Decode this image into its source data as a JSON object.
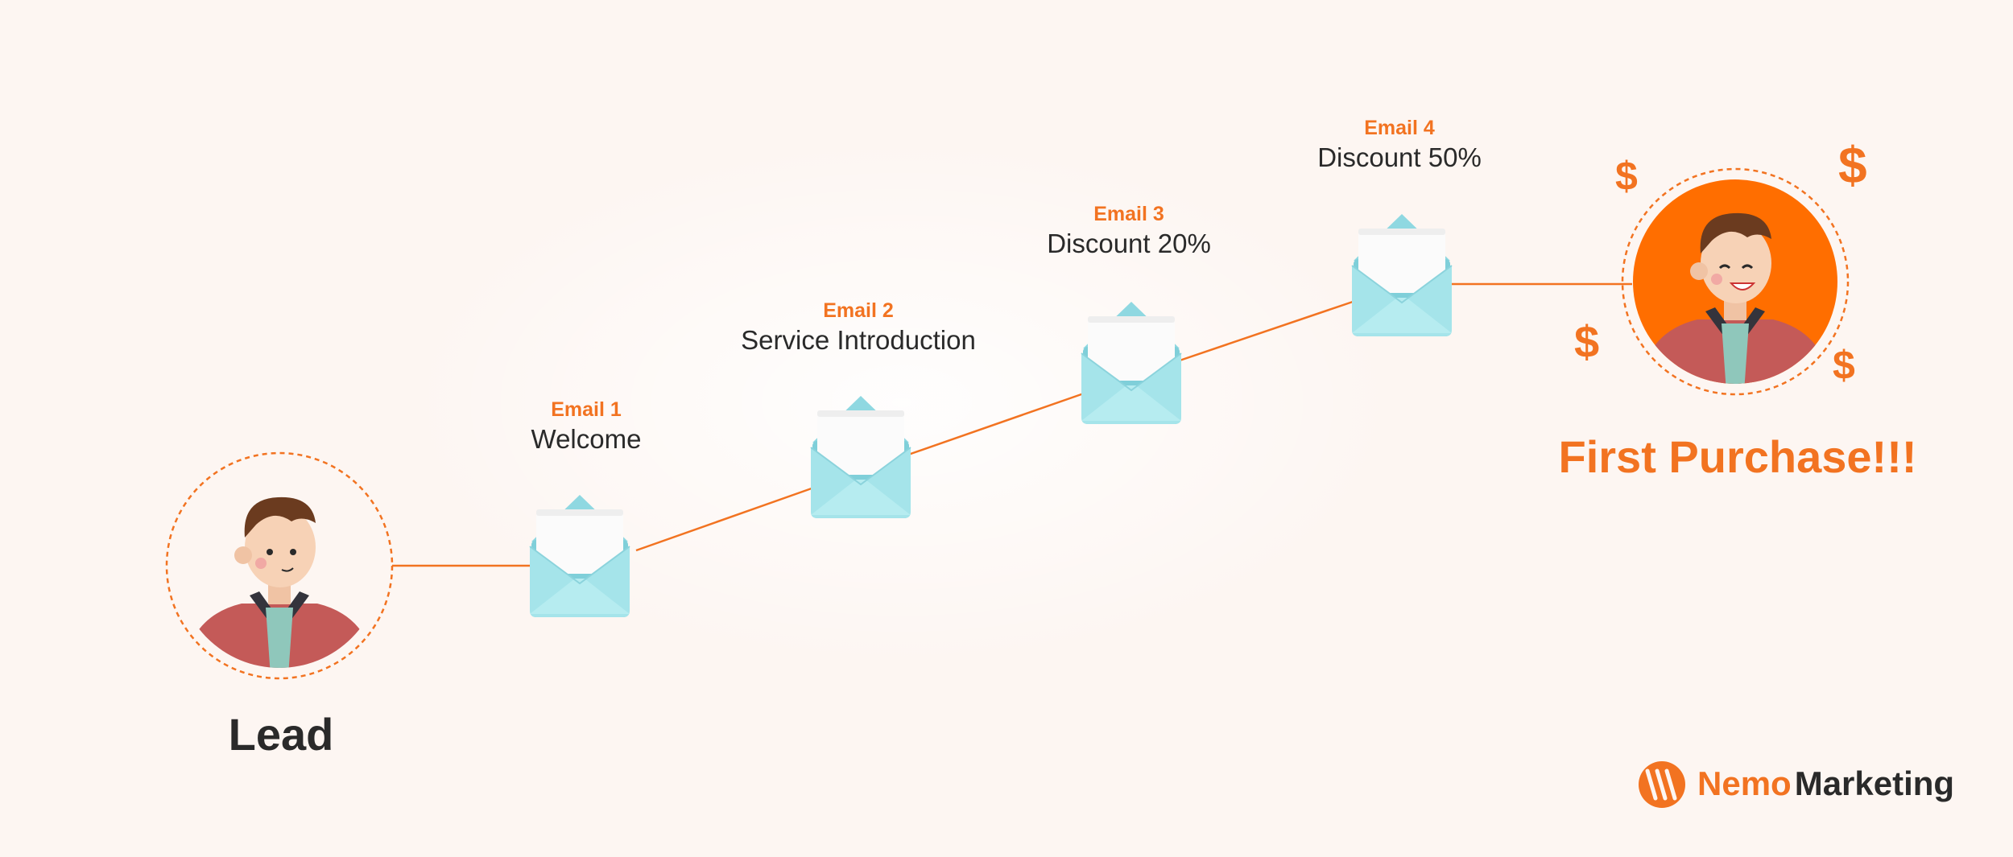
{
  "lead": {
    "label": "Lead"
  },
  "emails": [
    {
      "number": "Email 1",
      "title": "Welcome"
    },
    {
      "number": "Email 2",
      "title": "Service Introduction"
    },
    {
      "number": "Email 3",
      "title": "Discount 20%"
    },
    {
      "number": "Email 4",
      "title": "Discount 50%"
    }
  ],
  "goal": {
    "label": "First Purchase!!!",
    "symbol": "$"
  },
  "brand": {
    "part1": "Nemo",
    "part2": "Marketing"
  },
  "colors": {
    "accent": "#f27321",
    "background": "#fdf6f2",
    "envelope": "#9fe1e8",
    "shirt": "#c45a58",
    "text": "#2a2a2a"
  }
}
